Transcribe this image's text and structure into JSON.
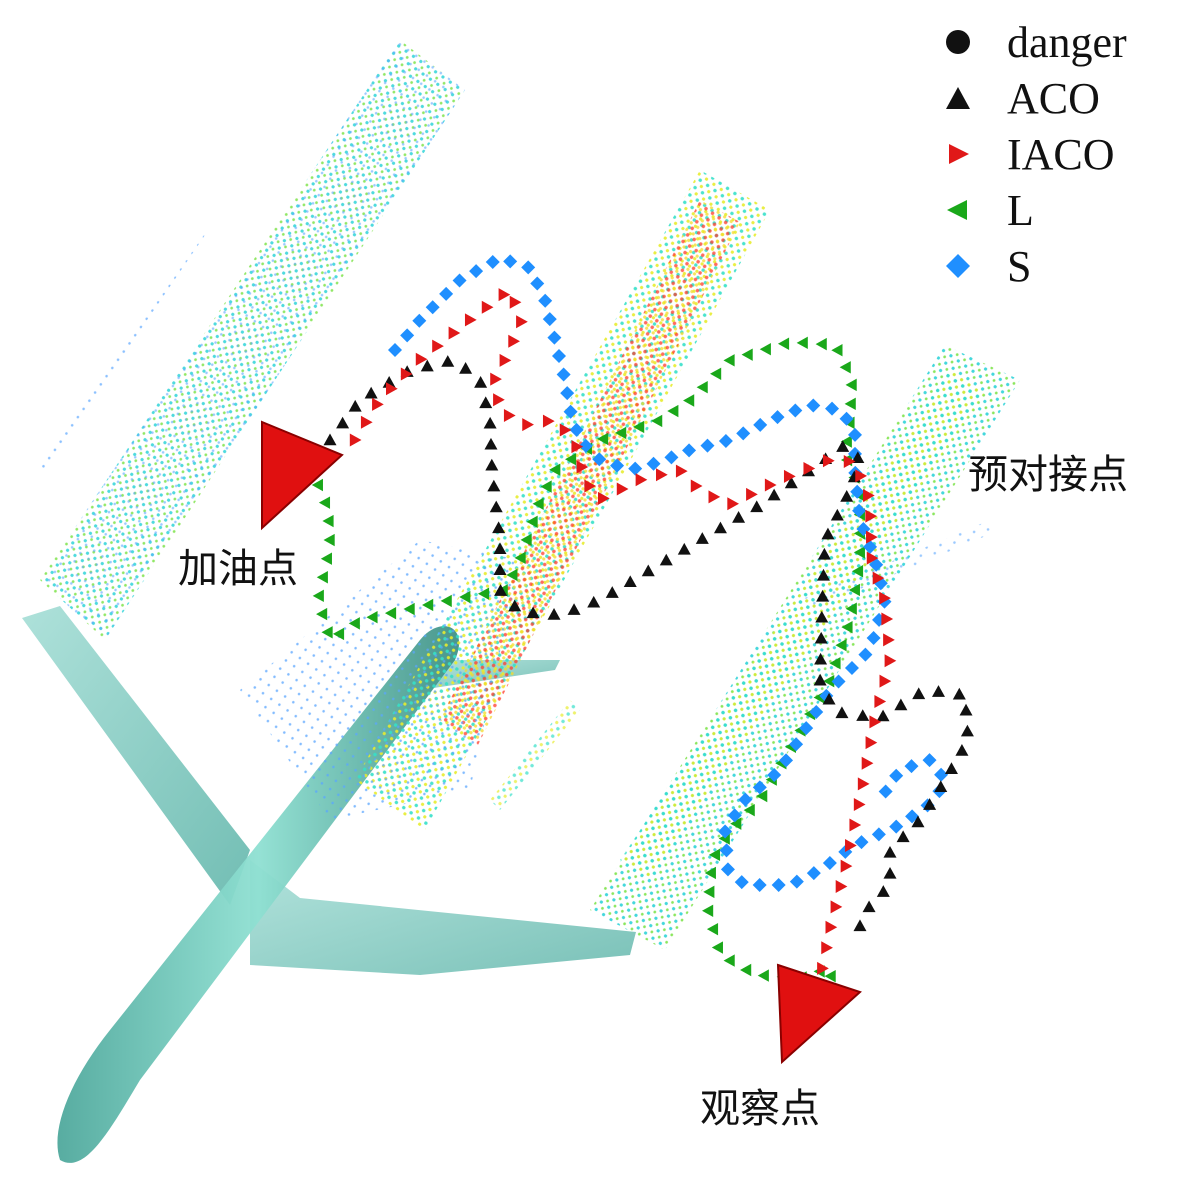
{
  "labels": {
    "refuel_point": "加油点",
    "pre_dock_point": "预对接点",
    "observe_point": "观察点"
  },
  "legend": [
    {
      "key": "danger",
      "label": "danger",
      "shape": "circle",
      "color": "#111111"
    },
    {
      "key": "aco",
      "label": "ACO",
      "shape": "triangle-up",
      "color": "#111111"
    },
    {
      "key": "iaco",
      "label": "IACO",
      "shape": "triangle-right",
      "color": "#e01818"
    },
    {
      "key": "l",
      "label": "L",
      "shape": "triangle-left",
      "color": "#1aa81a"
    },
    {
      "key": "s",
      "label": "S",
      "shape": "diamond",
      "color": "#1f8fff"
    }
  ],
  "colors": {
    "aircraft": "#74c8bd",
    "marker_flag": "#e01010",
    "danger_field_low": "#3b8cff",
    "danger_field_mid": "#2ee6d0",
    "danger_field_high": "#e8ef30",
    "danger_field_peak": "#ff2a2a"
  }
}
